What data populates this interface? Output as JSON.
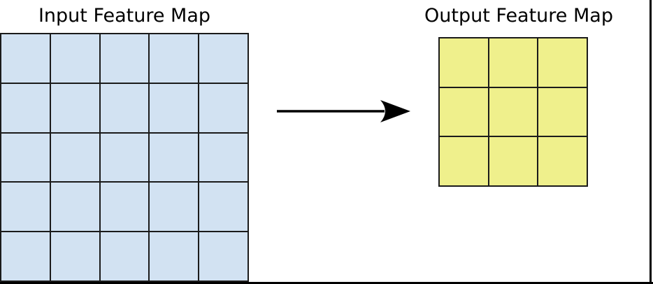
{
  "figure": {
    "background": "#ffffff",
    "frame_color": "#000000"
  },
  "input_map": {
    "title": "Input Feature Map",
    "rows": 5,
    "cols": 5,
    "cell_color": "#d2e2f2",
    "grid_line_color": "#1b1b1b",
    "cell_name": "input-grid-cell"
  },
  "output_map": {
    "title": "Output Feature Map",
    "rows": 3,
    "cols": 3,
    "cell_color": "#eff08c",
    "grid_line_color": "#1b1b1b",
    "cell_name": "output-grid-cell"
  },
  "arrow": {
    "direction": "right",
    "color": "#000000"
  }
}
